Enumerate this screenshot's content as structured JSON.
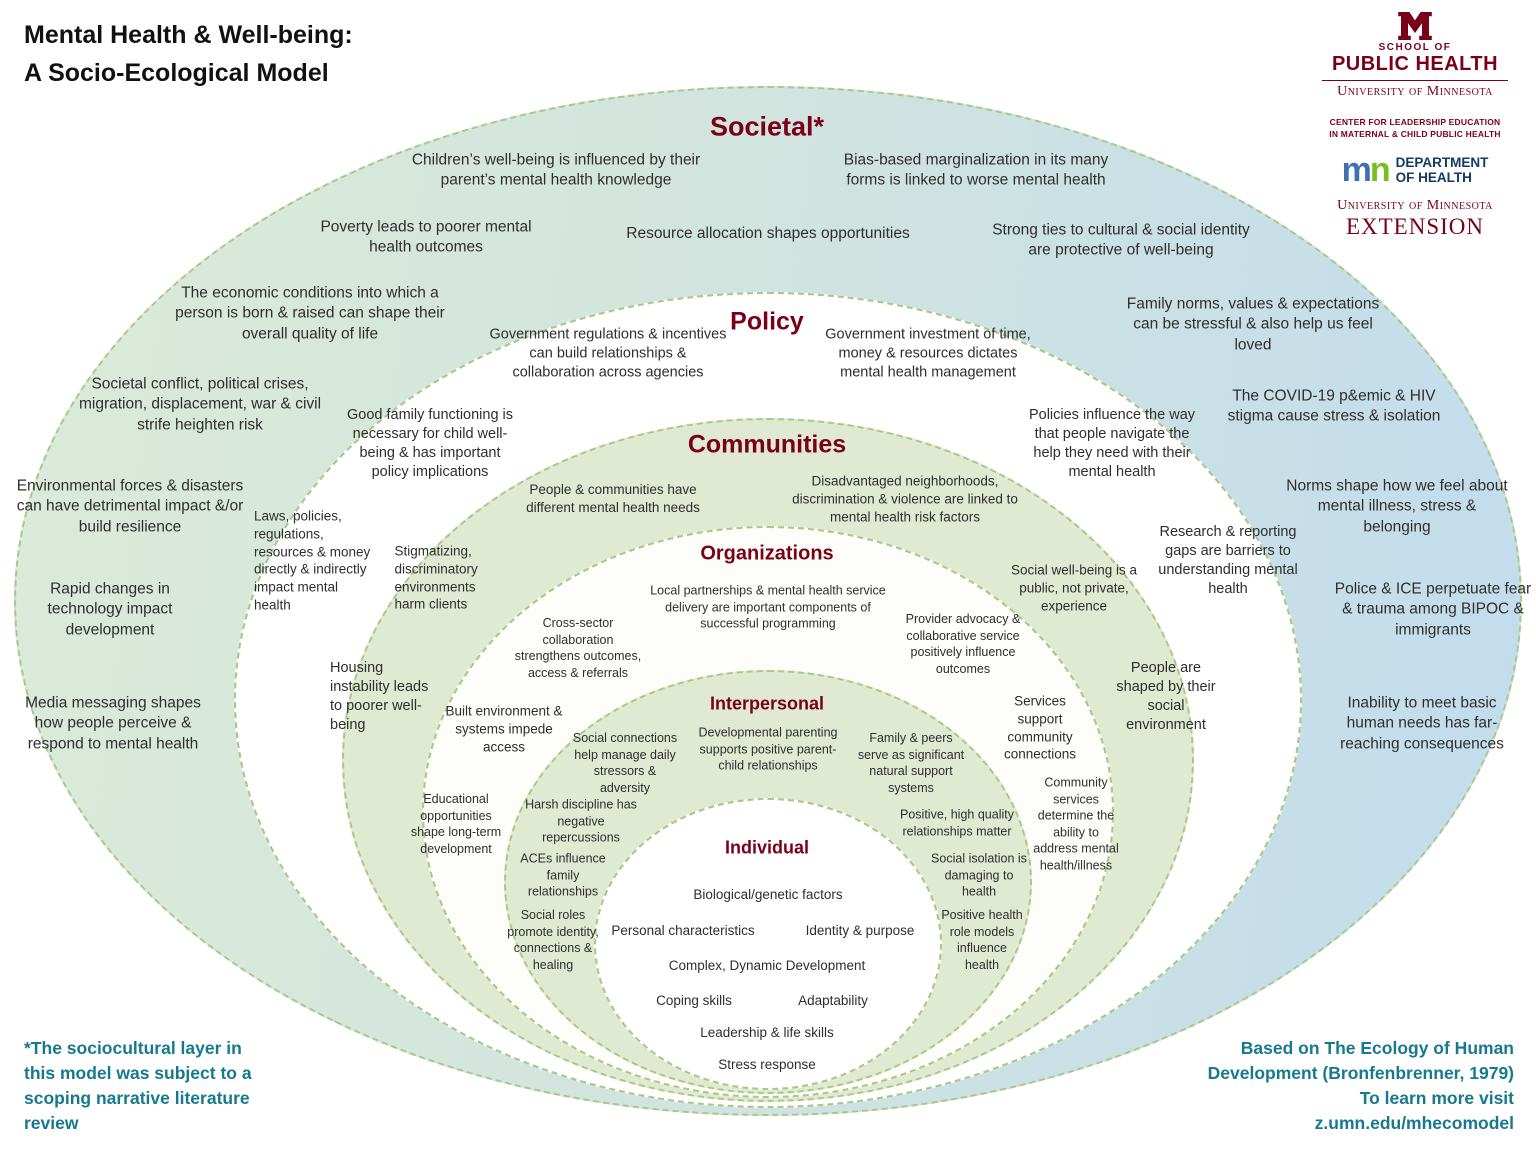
{
  "title": {
    "line1": "Mental Health & Well-being:",
    "line2": "A Socio-Ecological Model"
  },
  "headings": {
    "societal": "Societal*",
    "policy": "Policy",
    "communities": "Communities",
    "organizations": "Organizations",
    "interpersonal": "Interpersonal",
    "individual": "Individual"
  },
  "notes": {
    "societal": [
      "Children’s well-being is influenced by their parent’s mental health knowledge",
      "Bias-based marginalization in its many forms is linked to worse mental health",
      "Poverty leads to poorer mental health outcomes",
      "Resource allocation shapes opportunities",
      "Strong ties to cultural & social identity are protective of well-being",
      "The economic conditions into which a person is born & raised can shape their overall quality of life",
      "Family norms, values & expectations can be stressful & also help us feel loved",
      "Societal conflict, political crises, migration, displacement, war & civil strife heighten risk",
      "The COVID-19 p&emic & HIV stigma cause stress & isolation",
      "Environmental forces & disasters can have detrimental impact &/or build resilience",
      "Norms shape how we feel about mental illness, stress & belonging",
      "Rapid changes in technology impact development",
      "Police & ICE perpetuate fear & trauma among BIPOC & immigrants",
      "Media messaging shapes how people perceive & respond to mental health",
      "Inability to meet basic human needs has far-reaching consequences"
    ],
    "policy": [
      "Government regulations & incentives can build relationships & collaboration across agencies",
      "Government investment of time, money & resources dictates mental health management",
      "Good family functioning is necessary for child well-being & has important policy implications",
      "Policies influence the way that people navigate the help they need with their mental health",
      "Laws, policies, regulations, resources & money directly & indirectly impact mental health",
      "Research & reporting gaps are barriers to understanding mental health",
      "Housing instability leads to poorer well-being",
      "People are shaped by their social environment"
    ],
    "communities": [
      "People & communities have different mental health needs",
      "Disadvantaged neighborhoods, discrimination & violence are linked to mental health risk factors",
      "Stigmatizing, discriminatory environments harm clients",
      "Social well-being is a public, not private, experience",
      "Built environment & systems impede access",
      "Services support community connections",
      "Educational opportunities shape long-term development",
      "Community services determine the ability to address mental health/illness"
    ],
    "organizations": [
      "Local partnerships & mental health service delivery are important components of successful programming",
      "Cross-sector collaboration strengthens outcomes, access & referrals",
      "Provider advocacy & collaborative service positively influence outcomes"
    ],
    "interpersonal": [
      "Developmental parenting supports positive parent-child relationships",
      "Social connections help manage daily stressors & adversity",
      "Family & peers serve as significant natural support systems",
      "Harsh discipline has negative repercussions",
      "Positive, high quality relationships matter",
      "ACEs influence family relationships",
      "Social isolation is damaging to health",
      "Social roles promote identity, connections & healing",
      "Positive health role models influence health"
    ],
    "individual": [
      "Biological/genetic factors",
      "Personal characteristics",
      "Identity & purpose",
      "Complex, Dynamic Development",
      "Coping skills",
      "Adaptability",
      "Leadership & life skills",
      "Stress response"
    ]
  },
  "footnote": "*The sociocultural layer in this model was subject to a scoping narrative literature review",
  "attribution": {
    "line1": "Based on The Ecology of Human Development (Bronfenbrenner, 1979)",
    "line2": "To learn more visit",
    "line3": "z.umn.edu/mhecomodel"
  },
  "logos": {
    "sph": {
      "school_of": "SCHOOL OF",
      "public_health": "PUBLIC HEALTH",
      "university": "University of Minnesota"
    },
    "cle": {
      "line1": "CENTER FOR LEADERSHIP EDUCATION",
      "line2": "IN MATERNAL & CHILD PUBLIC HEALTH"
    },
    "mdh": {
      "m": "m",
      "n": "n",
      "dept_line1": "DEPARTMENT",
      "dept_line2": "OF HEALTH"
    },
    "ext": {
      "university": "University of Minnesota",
      "extension": "EXTENSION"
    }
  },
  "colors": {
    "maroon": "#7a0019",
    "teal": "#17798e",
    "ring_border_green": "#a9c885",
    "communities_fill": "#e0e9d1",
    "societal_fill_left": "#dcead9",
    "societal_fill_right": "#c2dcee",
    "mdh_blue": "#3f6eb5",
    "mdh_green": "#78be20",
    "mdh_navy": "#123a63"
  }
}
